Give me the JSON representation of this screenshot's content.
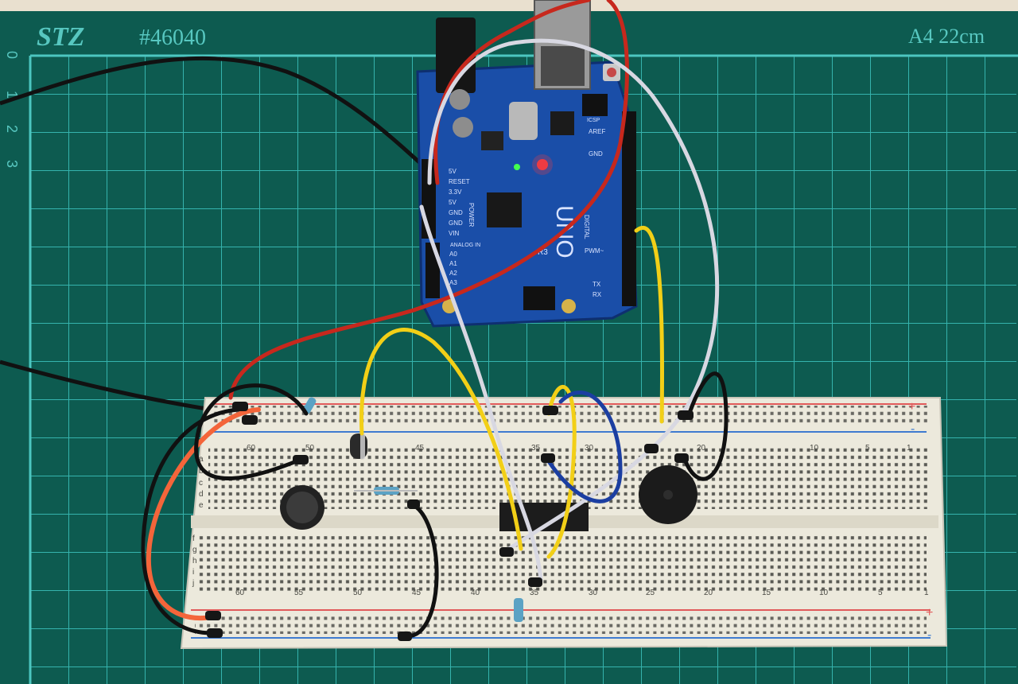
{
  "mat": {
    "brand": "STZ",
    "model": "#46040",
    "size_label": "A4 22cm",
    "ruler_numbers": [
      "0",
      "1",
      "2",
      "3"
    ]
  },
  "board": {
    "label": "UNO",
    "revision": "R3",
    "power_pins": [
      "5V",
      "RESET",
      "3.3V",
      "5V",
      "GND",
      "GND",
      "VIN"
    ],
    "power_header_label": "POWER",
    "analog_header_label": "ANALOG IN",
    "analog_pins": [
      "A0",
      "A1",
      "A2",
      "A3"
    ],
    "digital_header_label": "DIGITAL",
    "pwm_label": "PWM~",
    "tx_label": "TX",
    "rx_label": "RX",
    "icsp_label": "ICSP",
    "gnd_label": "GND",
    "aref_label": "AREF"
  },
  "breadboard": {
    "top_column_numbers": [
      "60",
      "50",
      "45",
      "35",
      "30",
      "20",
      "10",
      "5",
      "1"
    ],
    "bottom_column_numbers": [
      "60",
      "55",
      "50",
      "45",
      "40",
      "35",
      "30",
      "25",
      "20",
      "15",
      "10",
      "5",
      "1"
    ],
    "row_letters_top": [
      "a",
      "b",
      "c",
      "d",
      "e"
    ],
    "row_letters_bottom": [
      "f",
      "g",
      "h",
      "i",
      "j"
    ],
    "rail_plus": "+",
    "rail_minus": "-"
  }
}
